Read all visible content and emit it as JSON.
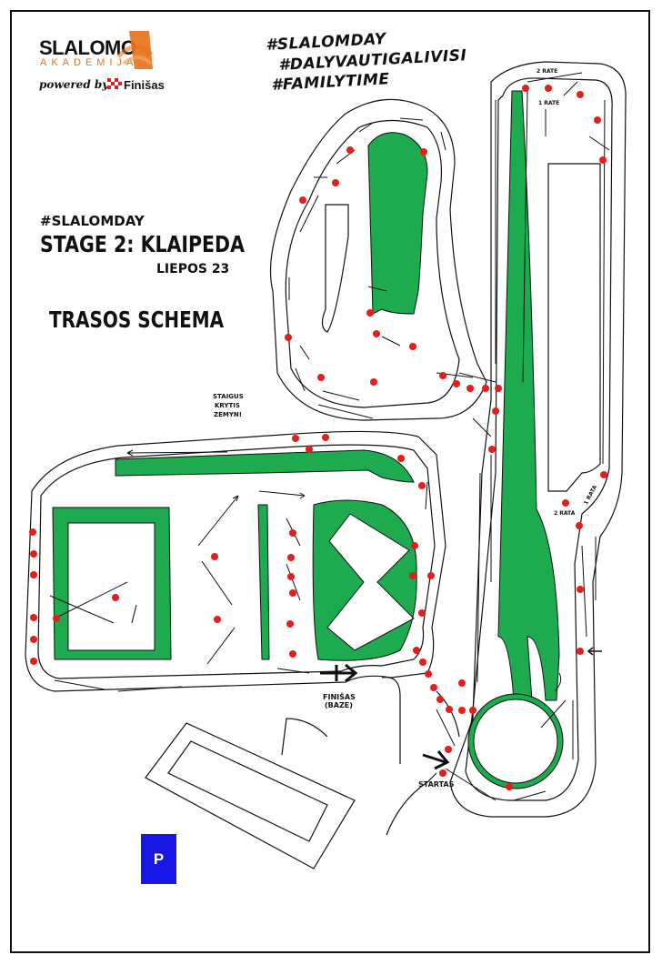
{
  "logo": {
    "main": "SLALOMO",
    "sub": "AKADEMIJA",
    "powered": "powered by:",
    "sponsor": "Finišas"
  },
  "hashtags": [
    "#SLALOMDAY",
    "#DALYVAUTIGALIVISI",
    "#FAMILYTIME"
  ],
  "event": {
    "tag": "#SLALOMDAY",
    "stage": "STAGE 2: KLAIPEDA",
    "date": "LIEPOS 23"
  },
  "scheme_title": "TRASOS SCHEMA",
  "warning": [
    "STAIGUS",
    "KRYTIS",
    "ZEMYN!"
  ],
  "finish": [
    "FINIŠAS",
    "(BAZE)"
  ],
  "start": "STARTAS",
  "parking": "P",
  "lap_labels": [
    "2 RATE",
    "1 RATE",
    "2 RATA",
    "1 RATA"
  ],
  "colors": {
    "grass": "#1eaa4f",
    "cone": "#e81c1c",
    "line": "#111111",
    "parking": "#1717e6",
    "brand": "#e8701a"
  }
}
